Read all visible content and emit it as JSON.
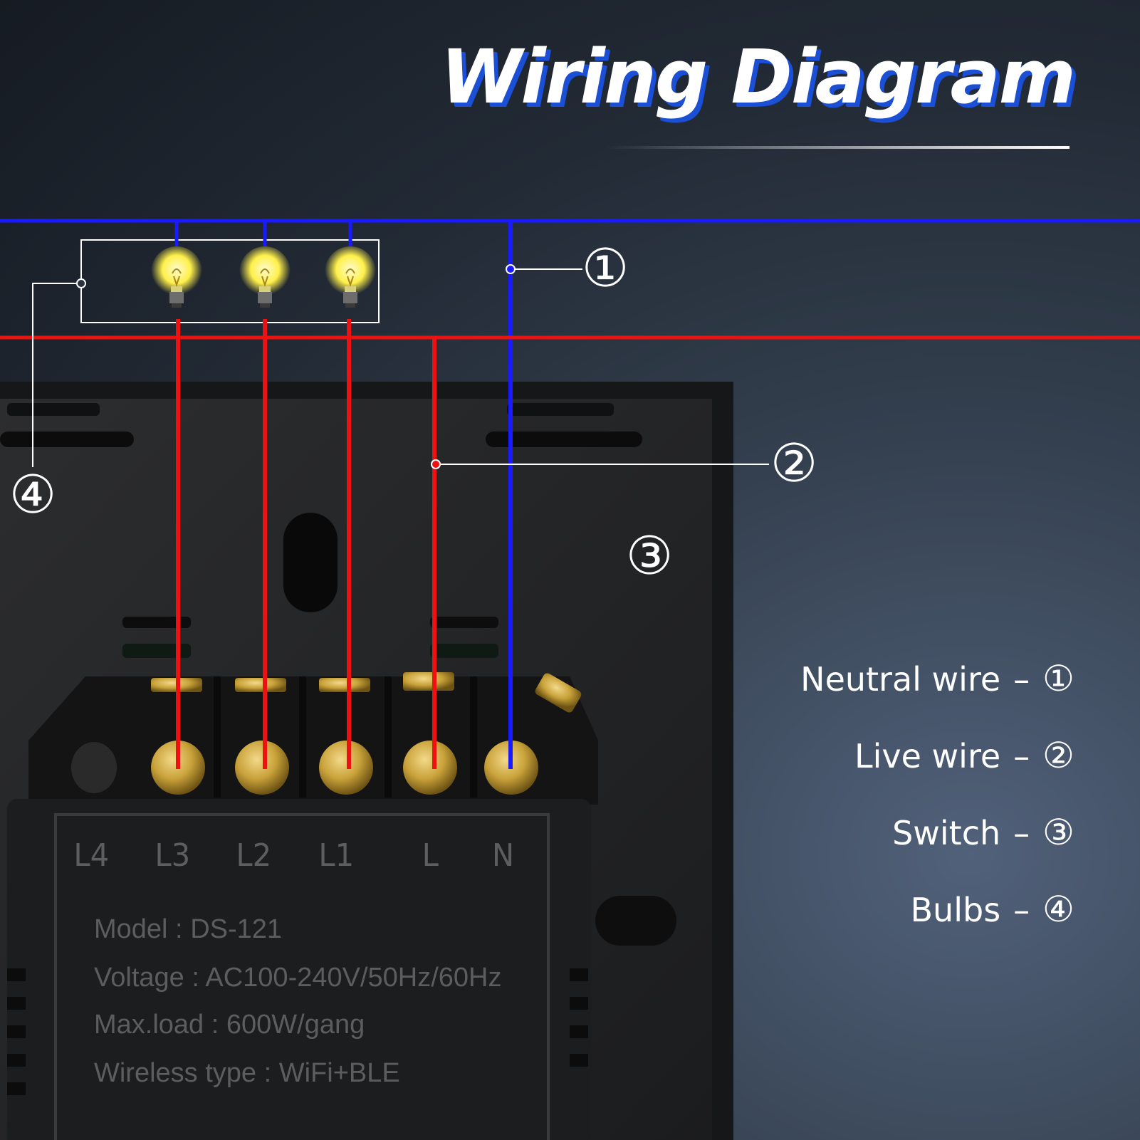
{
  "title": "Wiring Diagram",
  "callouts": [
    "①",
    "②",
    "③",
    "④"
  ],
  "terminals": [
    "L4",
    "L3",
    "L2",
    "L1",
    "L",
    "N"
  ],
  "specs": [
    {
      "key": "Model",
      "value": "DS-121"
    },
    {
      "key": "Voltage",
      "value": "AC100-240V/50Hz/60Hz"
    },
    {
      "key": "Max.load",
      "value": "600W/gang"
    },
    {
      "key": "Wireless type",
      "value": "WiFi+BLE"
    }
  ],
  "legend": [
    {
      "label": "Neutral wire",
      "number": "①"
    },
    {
      "label": "Live wire",
      "number": "②"
    },
    {
      "label": "Switch",
      "number": "③"
    },
    {
      "label": "Bulbs",
      "number": "④"
    }
  ],
  "colors": {
    "neutral_wire": "#1a1aff",
    "live_wire": "#ee1111",
    "bulb_glow": "#fff36a",
    "title_shadow": "#1a4fd6",
    "brass": "#c9a23a"
  }
}
